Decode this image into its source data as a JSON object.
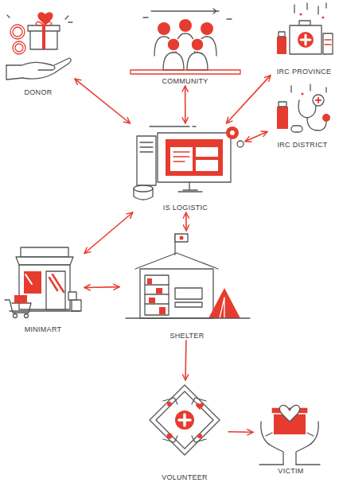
{
  "diagram": {
    "nodes": [
      {
        "text": [
          "DONOR"
        ]
      },
      {
        "text": [
          "COMMUNITY"
        ]
      },
      {
        "text": [
          "IRC PROVINCE"
        ]
      },
      {
        "text": [
          "IRC DISTRICT"
        ]
      },
      {
        "text": [
          "IS LOGISTIC"
        ]
      },
      {
        "text": [
          "MINIMART"
        ]
      },
      {
        "text": [
          "SHELTER"
        ]
      },
      {
        "text": [
          "VOLUNTEER"
        ]
      },
      {
        "text": [
          "VICTIM"
        ]
      }
    ],
    "edges": [
      {
        "from": 0,
        "to": 4,
        "arrow": "both"
      },
      {
        "from": 1,
        "to": 4,
        "arrow": "both"
      },
      {
        "from": 2,
        "to": 4,
        "arrow": "both"
      },
      {
        "from": 3,
        "to": 4,
        "arrow": "both"
      },
      {
        "from": 4,
        "to": 5,
        "arrow": "both"
      },
      {
        "from": 4,
        "to": 6,
        "arrow": "both"
      },
      {
        "from": 5,
        "to": 6,
        "arrow": "both"
      },
      {
        "from": 6,
        "to": 7,
        "arrow": "to"
      },
      {
        "from": 7,
        "to": 8,
        "arrow": "to"
      }
    ]
  }
}
